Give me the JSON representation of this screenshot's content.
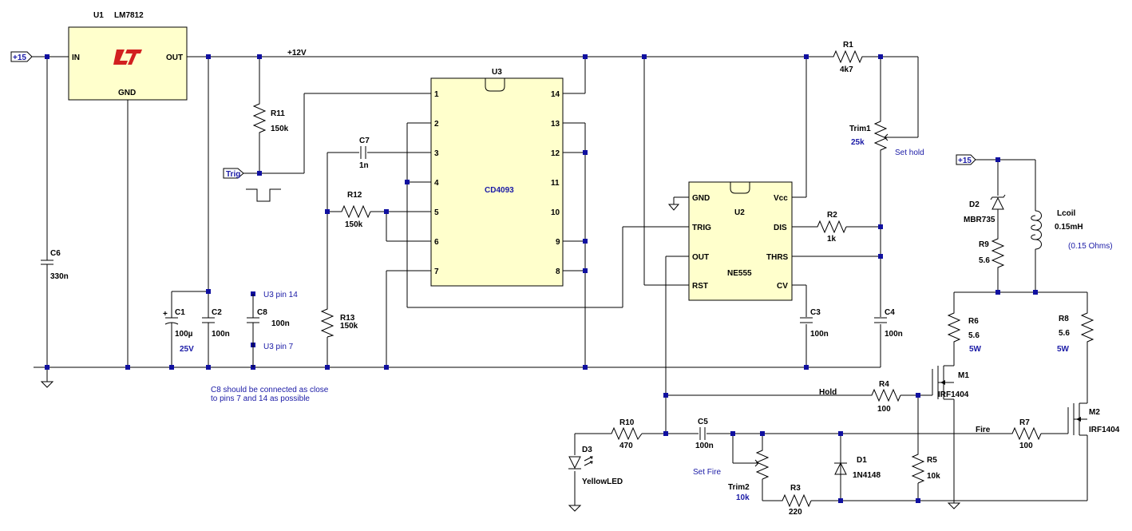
{
  "u1": {
    "ref": "U1",
    "part": "LM7812",
    "pin_in": "IN",
    "pin_out": "OUT",
    "pin_gnd": "GND"
  },
  "u3": {
    "ref": "U3",
    "part": "CD4093",
    "left_pins": [
      "1",
      "2",
      "3",
      "4",
      "5",
      "6",
      "7"
    ],
    "right_pins": [
      "14",
      "13",
      "12",
      "11",
      "10",
      "9",
      "8"
    ]
  },
  "u2": {
    "ref": "U2",
    "part": "NE555",
    "left_pins": [
      "GND",
      "TRIG",
      "OUT",
      "RST"
    ],
    "right_pins": [
      "Vcc",
      "DIS",
      "THRS",
      "CV"
    ]
  },
  "nets": {
    "supply_in": "+15",
    "supply_coil": "+15",
    "rail": "+12V",
    "trig": "Trig",
    "hold": "Hold",
    "fire": "Fire"
  },
  "components": {
    "r1": {
      "ref": "R1",
      "value": "4k7"
    },
    "trim1": {
      "ref": "Trim1",
      "value": "25k"
    },
    "r11": {
      "ref": "R11",
      "value": "150k"
    },
    "c7": {
      "ref": "C7",
      "value": "1n"
    },
    "r12": {
      "ref": "R12",
      "value": "150k"
    },
    "r13": {
      "ref": "R13",
      "value": "150k"
    },
    "r2": {
      "ref": "R2",
      "value": "1k"
    },
    "c6": {
      "ref": "C6",
      "value": "330n"
    },
    "c1": {
      "ref": "C1",
      "value": "100µ",
      "extra": "25V"
    },
    "c2": {
      "ref": "C2",
      "value": "100n"
    },
    "c8": {
      "ref": "C8",
      "value": "100n"
    },
    "c3": {
      "ref": "C3",
      "value": "100n"
    },
    "c4": {
      "ref": "C4",
      "value": "100n"
    },
    "d2": {
      "ref": "D2",
      "value": "MBR735"
    },
    "r9": {
      "ref": "R9",
      "value": "5.6"
    },
    "lcoil": {
      "ref": "Lcoil",
      "value": "0.15mH",
      "extra": "(0.15 Ohms)"
    },
    "r6": {
      "ref": "R6",
      "value": "5.6",
      "extra": "5W"
    },
    "r8": {
      "ref": "R8",
      "value": "5.6",
      "extra": "5W"
    },
    "m1": {
      "ref": "M1",
      "value": "IRF1404"
    },
    "m2": {
      "ref": "M2",
      "value": "IRF1404"
    },
    "r4": {
      "ref": "R4",
      "value": "100"
    },
    "r5": {
      "ref": "R5",
      "value": "10k"
    },
    "r7": {
      "ref": "R7",
      "value": "100"
    },
    "r10": {
      "ref": "R10",
      "value": "470"
    },
    "d3": {
      "ref": "D3",
      "value": "YellowLED"
    },
    "c5": {
      "ref": "C5",
      "value": "100n"
    },
    "trim2": {
      "ref": "Trim2",
      "value": "10k"
    },
    "r3": {
      "ref": "R3",
      "value": "220"
    },
    "d1": {
      "ref": "D1",
      "value": "1N4148"
    }
  },
  "notes": {
    "set_hold": "Set hold",
    "set_fire": "Set Fire",
    "u3_pin14": "U3 pin 14",
    "u3_pin7": "U3 pin 7",
    "c8_note_line1": "C8 should be connected as close",
    "c8_note_line2": "to pins 7 and 14 as possible"
  },
  "colors": {
    "wire": "#000000",
    "ic_fill": "#ffffcc",
    "annotation": "#1a1aa6",
    "logo": "#d22020"
  }
}
